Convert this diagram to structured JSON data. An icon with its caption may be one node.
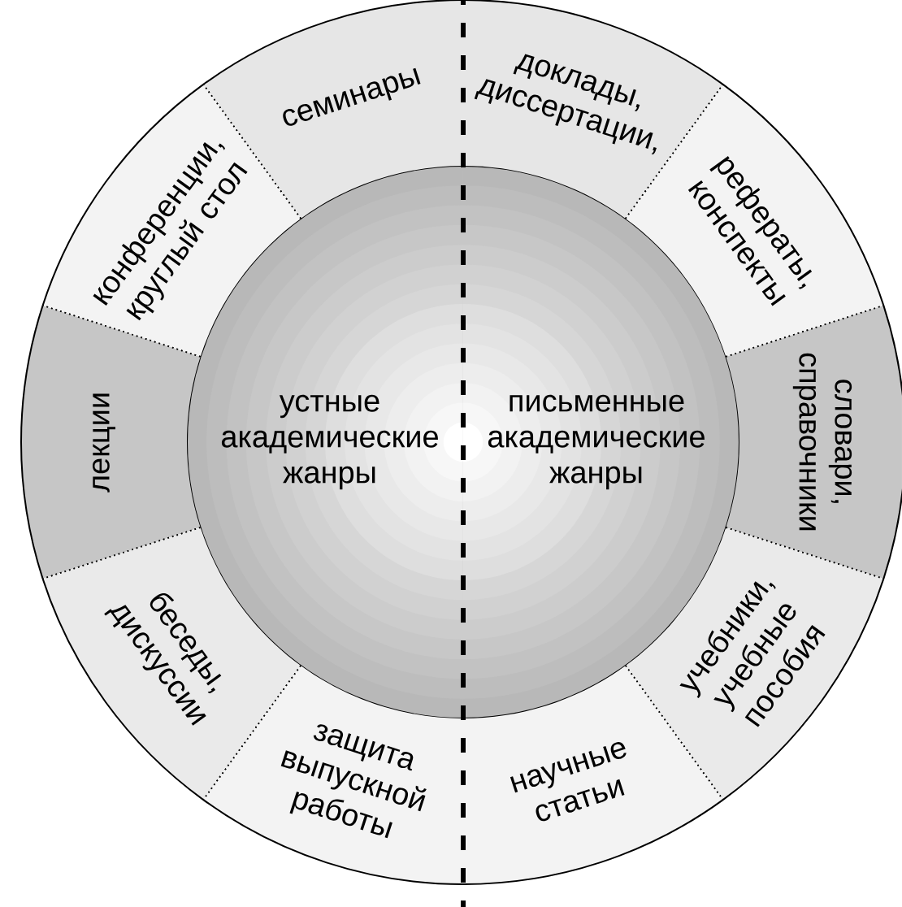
{
  "diagram": {
    "nodes": [
      {
        "text": [
          "устные академические жанры"
        ]
      },
      {
        "text": [
          "письменные академические жанры"
        ]
      },
      {
        "text": [
          "семинары"
        ]
      },
      {
        "text": [
          "доклады, диссертации,"
        ]
      },
      {
        "text": [
          "конференции, круглый стол"
        ]
      },
      {
        "text": [
          "рефераты, конспекты"
        ]
      },
      {
        "text": [
          "лекции"
        ]
      },
      {
        "text": [
          "словари, справочники"
        ]
      },
      {
        "text": [
          "беседы, дискуссии"
        ]
      },
      {
        "text": [
          "учебники, учебные пособия"
        ]
      },
      {
        "text": [
          "защита выпускной работы"
        ]
      },
      {
        "text": [
          "научные статьи"
        ]
      }
    ]
  }
}
